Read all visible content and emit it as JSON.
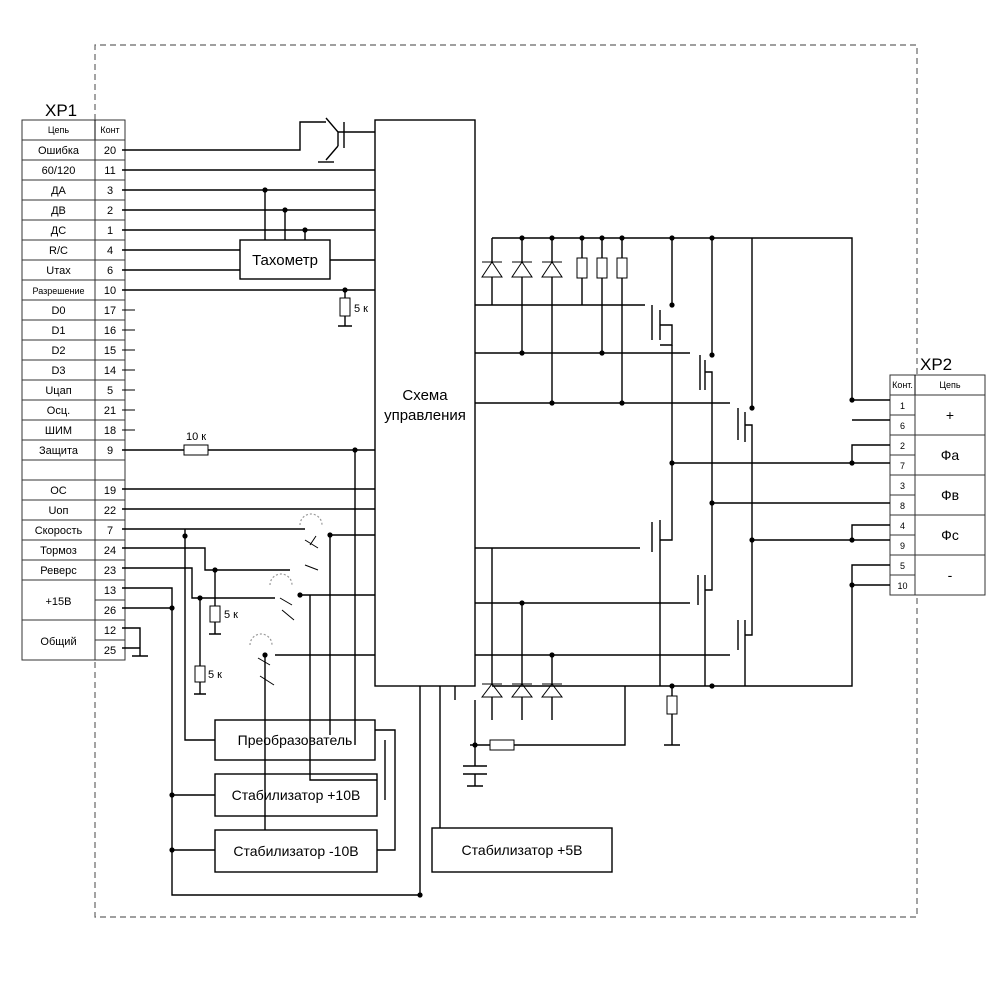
{
  "xp1": {
    "title": "XP1",
    "header": {
      "chain": "Цепь",
      "cont": "Конт"
    },
    "rows": [
      {
        "name": "Ошибка",
        "pin": "20"
      },
      {
        "name": "60/120",
        "pin": "11"
      },
      {
        "name": "ДА",
        "pin": "3"
      },
      {
        "name": "ДВ",
        "pin": "2"
      },
      {
        "name": "ДС",
        "pin": "1"
      },
      {
        "name": "R/C",
        "pin": "4"
      },
      {
        "name": "Uтах",
        "pin": "6"
      },
      {
        "name": "Разрешение",
        "pin": "10"
      },
      {
        "name": "D0",
        "pin": "17"
      },
      {
        "name": "D1",
        "pin": "16"
      },
      {
        "name": "D2",
        "pin": "15"
      },
      {
        "name": "D3",
        "pin": "14"
      },
      {
        "name": "Uцап",
        "pin": "5"
      },
      {
        "name": "Осц.",
        "pin": "21"
      },
      {
        "name": "ШИМ",
        "pin": "18"
      },
      {
        "name": "Защита",
        "pin": "9"
      },
      {
        "name": "",
        "pin": ""
      },
      {
        "name": "ОС",
        "pin": "19"
      },
      {
        "name": "Uоп",
        "pin": "22"
      },
      {
        "name": "Скорость",
        "pin": "7"
      },
      {
        "name": "Тормоз",
        "pin": "24"
      },
      {
        "name": "Реверс",
        "pin": "23"
      }
    ],
    "group_15v": {
      "name": "+15В",
      "pins": [
        "13",
        "26"
      ]
    },
    "group_common": {
      "name": "Общий",
      "pins": [
        "12",
        "25"
      ]
    }
  },
  "xp2": {
    "title": "XP2",
    "header": {
      "cont": "Конт.",
      "chain": "Цепь"
    },
    "groups": [
      {
        "pins": [
          "1",
          "6"
        ],
        "name": "+"
      },
      {
        "pins": [
          "2",
          "7"
        ],
        "name": "Фа"
      },
      {
        "pins": [
          "3",
          "8"
        ],
        "name": "Фв"
      },
      {
        "pins": [
          "4",
          "9"
        ],
        "name": "Фс"
      },
      {
        "pins": [
          "5",
          "10"
        ],
        "name": "-"
      }
    ]
  },
  "blocks": {
    "tachometer": "Тахометр",
    "control_line1": "Схема",
    "control_line2": "управления",
    "converter": "Преобразователь",
    "stab_plus10": "Стабилизатор +10В",
    "stab_minus10": "Стабилизатор -10В",
    "stab_plus5": "Стабилизатор +5В"
  },
  "resistors": {
    "r_enable": "5 к",
    "r_protect": "10 к",
    "r_brake": "5 к",
    "r_reverse": "5 к"
  }
}
